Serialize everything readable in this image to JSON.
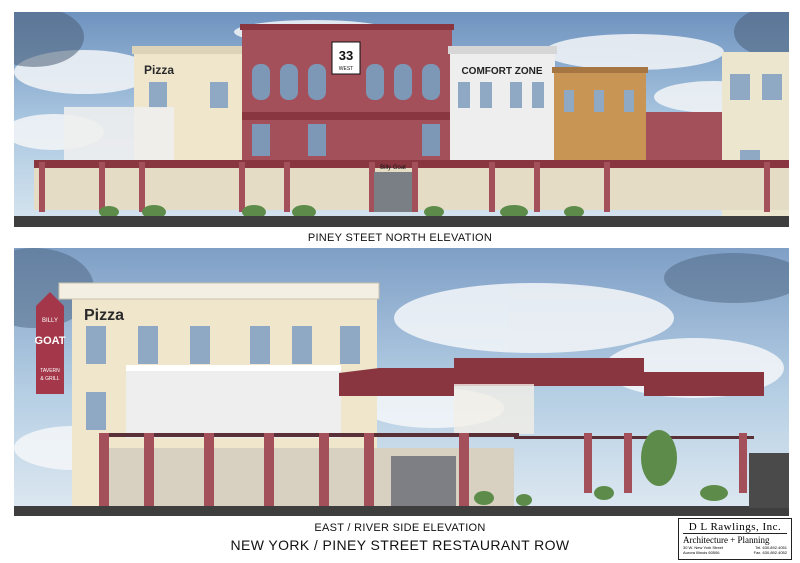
{
  "captions": {
    "north": "PINEY STEET NORTH ELEVATION",
    "east": "EAST / RIVER SIDE ELEVATION",
    "title": "NEW YORK / PINEY STREET RESTAURANT ROW"
  },
  "signs": {
    "pizza_top": "Pizza",
    "number_33": "33",
    "west": "WEST",
    "comfort_zone": "COMFORT ZONE",
    "billy_goat_top": "Billy Goat",
    "pizza_bottom": "Pizza",
    "blade_billy": "BILLY",
    "blade_goat": "GOAT",
    "blade_tavern": "TAVERN",
    "blade_grill": "& GRILL"
  },
  "firm": {
    "name": "D L Rawlings, Inc.",
    "tagline": "Architecture + Planning",
    "address1": "30 W. New York Street",
    "address2": "Aurora Illinois 60506",
    "tel": "Tel. 630.892.4051",
    "fax": "Fax. 630.892.4052"
  },
  "colors": {
    "brick": "#a4505a",
    "roof": "#8a3640",
    "cream": "#efe6cc",
    "sky": "#a9c6e0"
  }
}
